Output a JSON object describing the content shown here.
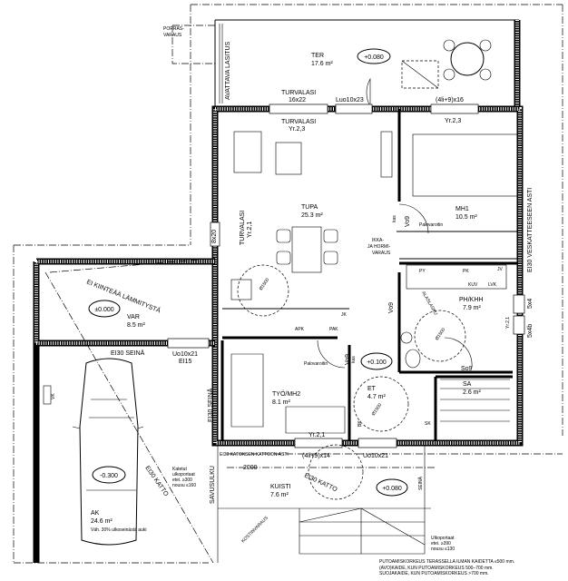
{
  "rooms": {
    "ter": {
      "name": "TER",
      "area": "17.6 m²",
      "level": "+0.080"
    },
    "tupa": {
      "name": "TUPA",
      "area": "25.3 m²"
    },
    "mh1": {
      "name": "MH1",
      "area": "10.5 m²"
    },
    "ph": {
      "name": "PH/KHH",
      "area": "7.9 m²"
    },
    "var": {
      "name": "VAR",
      "area": "8.5 m²",
      "level": "±0.000"
    },
    "ak": {
      "name": "AK",
      "area": "24.6 m²",
      "level": "-0.300",
      "note": "Väh. 30% ulkoseinästä auki"
    },
    "tyo": {
      "name": "TYÖ/MH2",
      "area": "8.1 m²"
    },
    "et": {
      "name": "ET",
      "area": "4.7 m²",
      "level": "+0.100"
    },
    "sa": {
      "name": "SA",
      "area": "2.6 m²"
    },
    "kuisti": {
      "name": "KUISTI",
      "area": "7.6 m²",
      "level": "+0.080"
    }
  },
  "labels": {
    "porras1": "PORRAS-",
    "porras2": "VARAUS",
    "avattava": "AVATTAVA LASITUS",
    "turvalasi": "TURVALASI",
    "w16x22": "16x22",
    "luo": "Luo10x23",
    "w4li16": "(4li+9)x16",
    "yr23": "Yr.2,3",
    "yr21": "Yr.2,1",
    "w8x20": "8x20",
    "palovaroitin": "Palovaroitin",
    "kas": "kas",
    "vo9": "Vo9",
    "ikka1": "IKKA-",
    "ikka2": "JA HORMI-",
    "ikka3": "VARAUS",
    "d1500": "Ø1500",
    "apk": "APK",
    "pak": "PAK",
    "jk": "JK",
    "py": "PY",
    "pk": "PK",
    "kuv": "KUV",
    "lvk": "LVK",
    "jv": "JV",
    "alaslasku": "ALASLASKU",
    "w5x4": "5x4",
    "w5x4b": "5x4b",
    "veskatto": "EI30 VESKATTEESEEN ASTI",
    "eikiintea": "EI KIINTEÄÄ LÄMMITYSTÄ",
    "ei30seina": "EI30 SEINÄ",
    "uo1021": "Uo10x21",
    "ei15": "EI15",
    "vk": "VK",
    "ei30katto": "EI30 KATTO",
    "kat1": "Katetut",
    "kat2": "ulkoportaat",
    "kat3": "etei. ≥300",
    "kat4": "nousu ≤160",
    "savusulku": "SAVUSULKU",
    "so9": "So9",
    "sk": "SK",
    "bk": "BK",
    "katoksen": "EI30 KATOKSEN KATTOON ASTI",
    "w4li14": "(4li+9)x14",
    "d2000": "2000",
    "seina": "SEINÄ",
    "kostin": "KOSTINVARAUS",
    "ulk1": "Ulkoportaat",
    "ulk2": "etei. ≥390",
    "ulk3": "nousu ≤130"
  },
  "notes": [
    "PUTOAMISKORKEUS TERASSELLA ILMAN KAIDETTA ≤500 mm.",
    "(AVO)KAIDE, KUN PUTOAMISKORKEUS 500–700 mm.",
    "SUOJAKAIDE, KUN PUTOAMISKORKEUS >700 mm."
  ]
}
